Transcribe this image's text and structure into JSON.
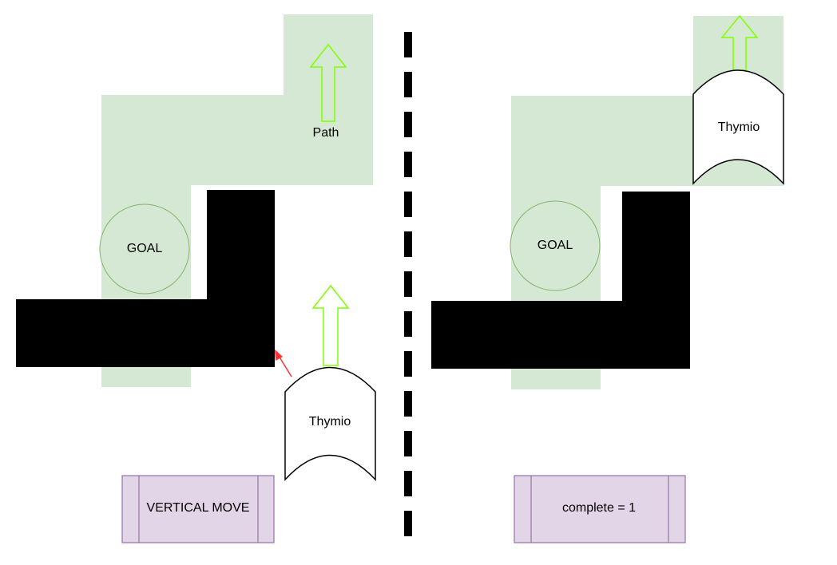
{
  "colors": {
    "path_fill": "#d5e8d4",
    "goal_stroke": "#82b366",
    "obstacle": "#000000",
    "arrow_stroke": "#80ff00",
    "state_fill": "#e1d5e7",
    "state_stroke": "#9673a6",
    "sensor_arrow": "#ff3333",
    "divider": "#000000"
  },
  "left_panel": {
    "goal_label": "GOAL",
    "path_label": "Path",
    "robot_label": "Thymio",
    "state_label": "VERTICAL MOVE"
  },
  "right_panel": {
    "goal_label": "GOAL",
    "robot_label": "Thymio",
    "state_label": "complete = 1"
  }
}
